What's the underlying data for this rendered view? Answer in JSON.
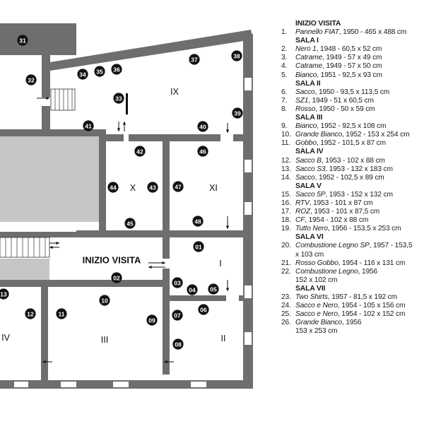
{
  "map": {
    "entrance_label": "INIZIO VISITA",
    "rooms": [
      {
        "label": "IX"
      },
      {
        "label": "X"
      },
      {
        "label": "XI"
      },
      {
        "label": "I"
      },
      {
        "label": "IV"
      },
      {
        "label": "III"
      },
      {
        "label": "II"
      }
    ],
    "markers": [
      "31",
      "32",
      "33",
      "34",
      "35",
      "36",
      "37",
      "38",
      "39",
      "40",
      "41",
      "42",
      "43",
      "44",
      "45",
      "46",
      "47",
      "48",
      "01",
      "02",
      "03",
      "04",
      "05",
      "06",
      "07",
      "08",
      "09",
      "10",
      "11",
      "12",
      "13"
    ]
  },
  "legend": {
    "sections": [
      {
        "title": "INIZIO VISITA",
        "items": [
          {
            "num": "1.",
            "title": "Pannello FIAT",
            "details": ", 1950 - 465 x 488 cm"
          }
        ]
      },
      {
        "title": "SALA I",
        "items": [
          {
            "num": "2.",
            "title": "Nero 1",
            "details": ", 1948 - 60,5 x 52 cm"
          },
          {
            "num": "3.",
            "title": "Catrame",
            "details": ", 1949 - 57 x 49 cm"
          },
          {
            "num": "4.",
            "title": "Catrame",
            "details": ", 1949 - 57 x 50 cm"
          },
          {
            "num": "5.",
            "title": "Bianco",
            "details": ", 1951 - 92,5 x 93 cm"
          }
        ]
      },
      {
        "title": "SALA II",
        "items": [
          {
            "num": "6.",
            "title": "Sacco",
            "details": ", 1950 - 93,5 x 113,5 cm"
          },
          {
            "num": "7.",
            "title": "SZ1",
            "details": ", 1949 - 51 x 60,5 cm"
          },
          {
            "num": "8.",
            "title": "Rosso",
            "details": ", 1950 - 50 x 59 cm"
          }
        ]
      },
      {
        "title": "SALA III",
        "items": [
          {
            "num": "9.",
            "title": "Bianco",
            "details": ", 1952 - 92,5 x 108 cm"
          },
          {
            "num": "10.",
            "title": "Grande Bianco",
            "details": ", 1952 - 153 x 254 cm"
          },
          {
            "num": "11.",
            "title": "Gobbo",
            "details": ", 1952 - 101,5 x 87 cm"
          }
        ]
      },
      {
        "title": "SALA IV",
        "items": [
          {
            "num": "12.",
            "title": "Sacco B",
            "details": ", 1953 - 102 x 88 cm"
          },
          {
            "num": "13.",
            "title": "Sacco S3",
            "details": ", 1953 - 132 x 183 cm"
          },
          {
            "num": "14.",
            "title": "Sacco",
            "details": ", 1952 - 102,5 x 89 cm"
          }
        ]
      },
      {
        "title": "SALA V",
        "items": [
          {
            "num": "15.",
            "title": "Sacco 5P",
            "details": ", 1953 - 152 x 132 cm"
          },
          {
            "num": "16.",
            "title": "RTV",
            "details": ", 1953 - 101 x 87 cm"
          },
          {
            "num": "17.",
            "title": "ROZ",
            "details": ", 1953 - 101 x 87,5 cm"
          },
          {
            "num": "18.",
            "title": "CF",
            "details": ", 1954 - 102 x 88 cm"
          },
          {
            "num": "19.",
            "title": "Tutto Nero",
            "details": ", 1956 - 153,5 x 253 cm"
          }
        ]
      },
      {
        "title": "SALA VI",
        "items": [
          {
            "num": "20.",
            "title": "Combustione Legno SP",
            "details": ", 1957 - 153,5",
            "details2": "x 103 cm"
          },
          {
            "num": "21.",
            "title": "Rosso Gobbo",
            "details": ", 1954 - 116 x 131 cm"
          },
          {
            "num": "22.",
            "title": "Combustione Legno",
            "details": ", 1956",
            "details2": "152 x 102 cm"
          }
        ]
      },
      {
        "title": "SALA VII",
        "items": [
          {
            "num": "23.",
            "title": "Two Shirts",
            "details": ", 1957 - 81,5 x 192 cm"
          },
          {
            "num": "24.",
            "title": "Sacco e Nero",
            "details": ", 1954 - 105 x 156 cm"
          },
          {
            "num": "25.",
            "title": "Sacco e Nero",
            "details": ", 1954 - 102 x 152 cm"
          },
          {
            "num": "26.",
            "title": "Grande Bianco",
            "details": ", 1956",
            "details2": "153 x 253 cm"
          }
        ]
      }
    ]
  }
}
